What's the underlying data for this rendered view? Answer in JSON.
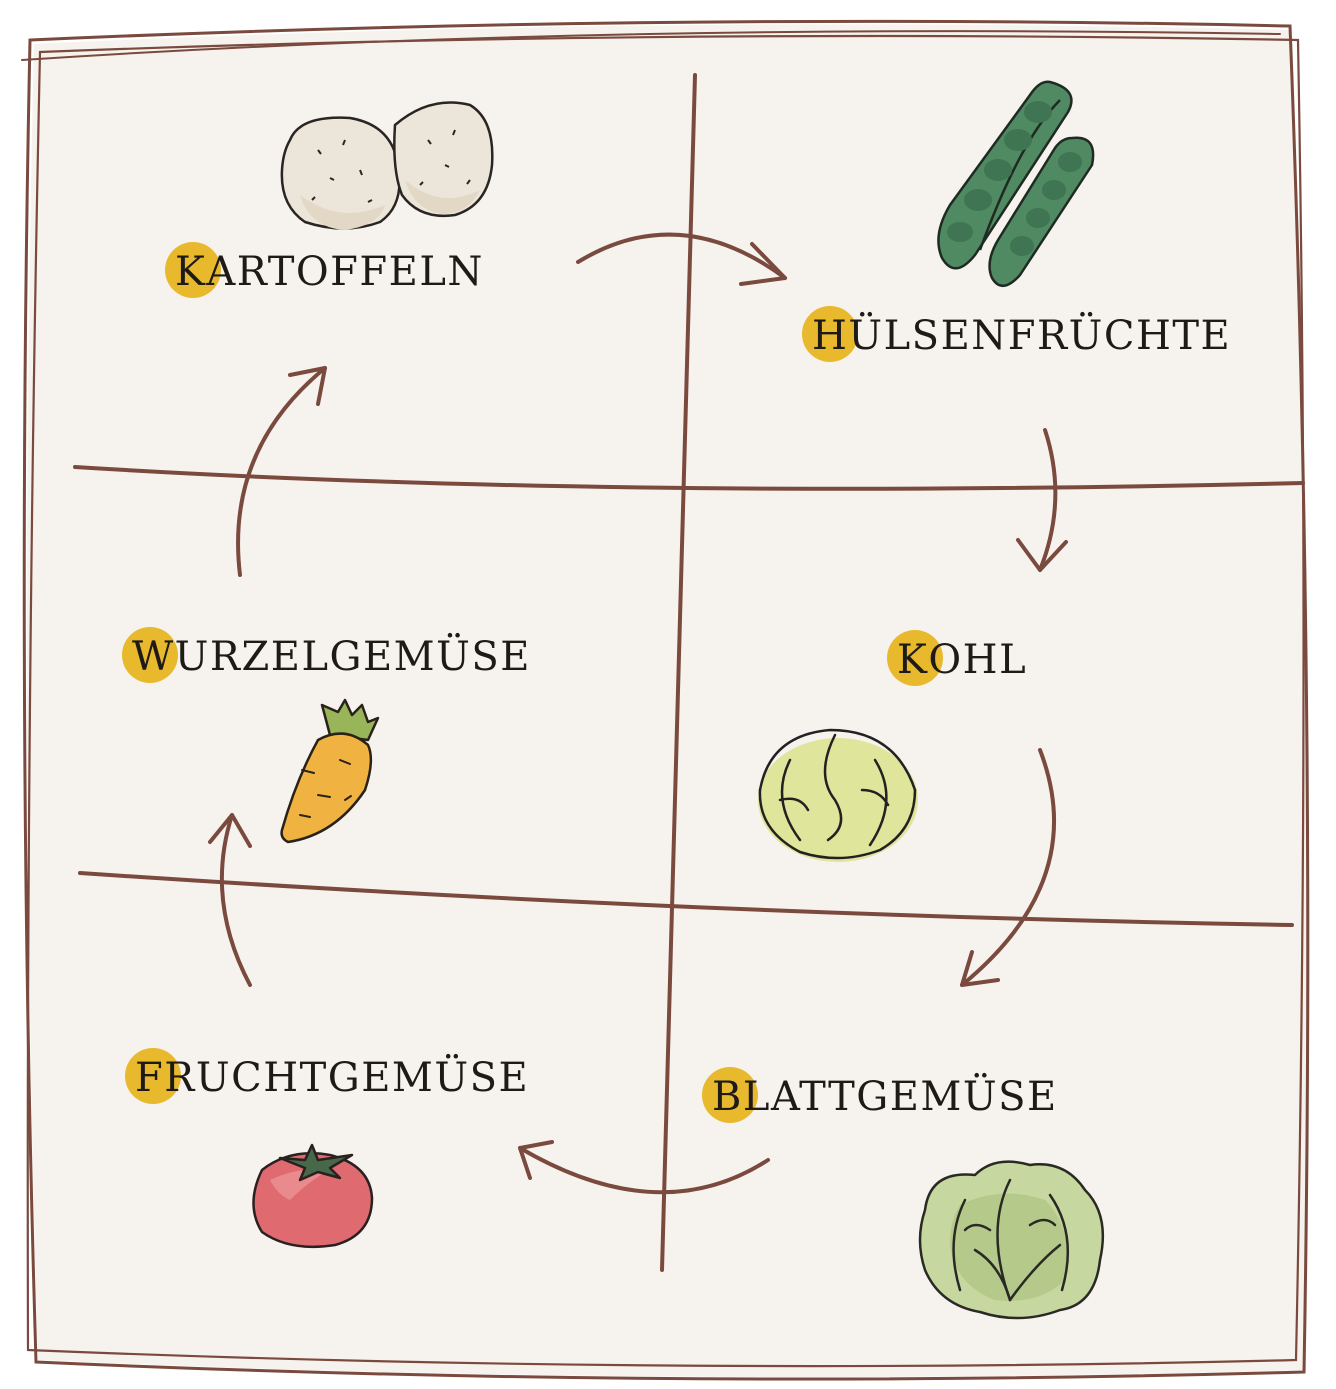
{
  "colors": {
    "background": "#f6f2ee",
    "lines": "#7a4a3e",
    "accent": "#e8b92c",
    "ink": "#1e1a17"
  },
  "categories": [
    {
      "id": "kartoffeln",
      "initial": "K",
      "rest": "ARTOFFELN",
      "icon": "potatoes-icon"
    },
    {
      "id": "huelsenfruechte",
      "initial": "H",
      "rest": "ÜLSENFRÜCHTE",
      "icon": "pea-pods-icon"
    },
    {
      "id": "kohl",
      "initial": "K",
      "rest": "OHL",
      "icon": "cabbage-icon"
    },
    {
      "id": "blattgemuese",
      "initial": "B",
      "rest": "LATTGEMÜSE",
      "icon": "lettuce-icon"
    },
    {
      "id": "fruchtgemuese",
      "initial": "F",
      "rest": "RUCHTGEMÜSE",
      "icon": "tomato-icon"
    },
    {
      "id": "wurzelgemuese",
      "initial": "W",
      "rest": "URZELGEMÜSE",
      "icon": "carrot-icon"
    }
  ],
  "cycle": [
    "kartoffeln",
    "huelsenfruechte",
    "kohl",
    "blattgemuese",
    "fruchtgemuese",
    "wurzelgemuese"
  ]
}
